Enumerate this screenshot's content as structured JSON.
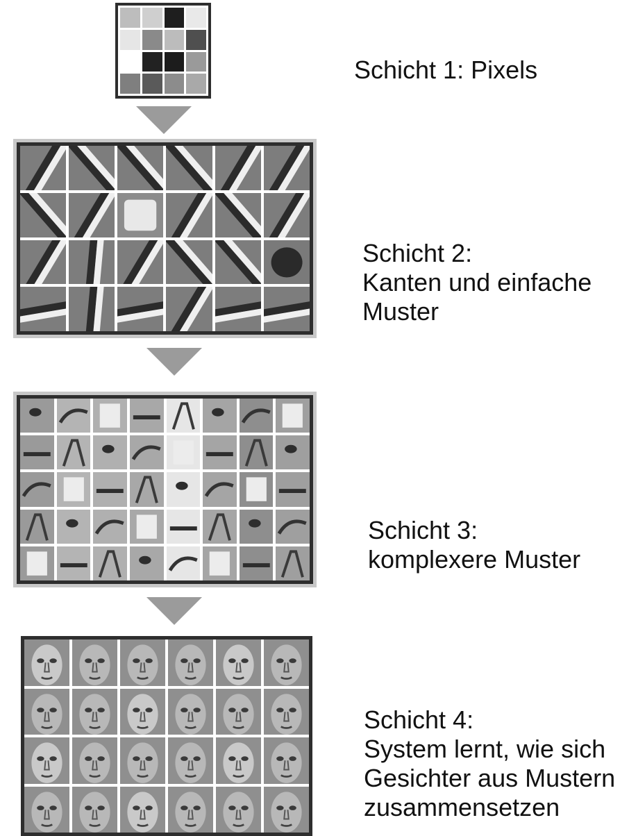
{
  "layers": [
    {
      "id": "layer1",
      "label": "Schicht 1: Pixels"
    },
    {
      "id": "layer2",
      "label": "Schicht 2:\nKanten und einfache\nMuster"
    },
    {
      "id": "layer3",
      "label": "Schicht 3:\nkomplexere Muster"
    },
    {
      "id": "layer4",
      "label": "Schicht 4:\nSystem lernt, wie sich\nGesichter aus Mustern\nzusammensetzen"
    }
  ],
  "colors": {
    "arrow": "#9b9b9b",
    "frame": "#2e2e2e",
    "text": "#111111"
  },
  "pixel_values": [
    [
      "#bdbdbd",
      "#cfcfcf",
      "#1e1e1e",
      "#e9e9e9"
    ],
    [
      "#e6e6e6",
      "#8a8a8a",
      "#bcbcbc",
      "#4f4f4f"
    ],
    [
      "#ffffff",
      "#222222",
      "#1c1c1c",
      "#9a9a9a"
    ],
    [
      "#7f7f7f",
      "#5a5a5a",
      "#8c8c8c",
      "#a9a9a9"
    ]
  ],
  "layer2_filters": [
    [
      "edge-diag-right",
      "edge-diag-left",
      "edge-diag-left",
      "edge-diag-left",
      "edge-diag-right",
      "edge-diag-right"
    ],
    [
      "edge-diag-left",
      "edge-diag-right",
      "blob-light",
      "edge-diag-right",
      "edge-diag-left",
      "edge-diag-right"
    ],
    [
      "edge-diag-right",
      "edge-vertical",
      "edge-diag-right",
      "edge-diag-left",
      "edge-diag-left",
      "blob-dark"
    ],
    [
      "edge-horizontal",
      "edge-vertical",
      "edge-horizontal",
      "edge-diag-right",
      "edge-horizontal",
      "edge-horizontal"
    ]
  ]
}
